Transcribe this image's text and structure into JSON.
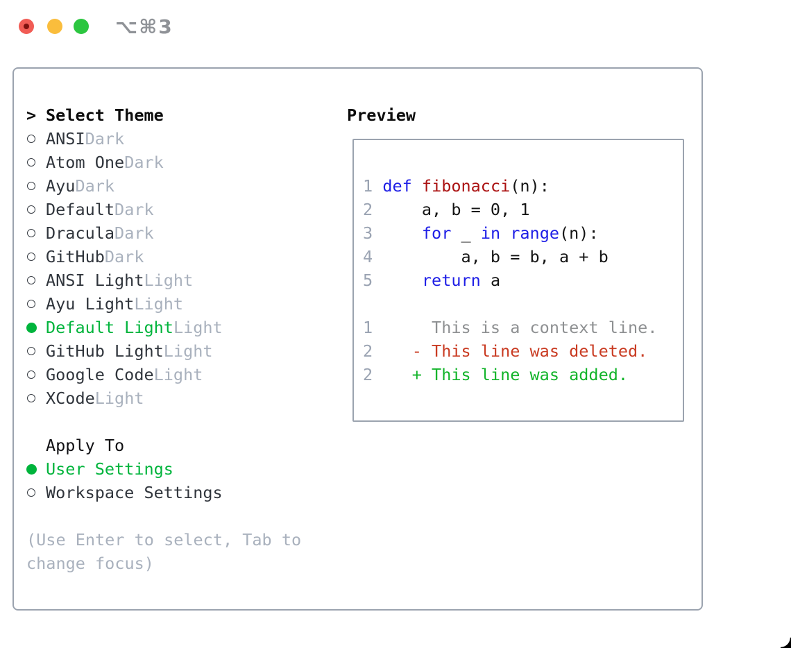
{
  "titlebar": {
    "shortcut": "⌥⌘3"
  },
  "sidebar": {
    "header": {
      "marker": ">",
      "label": "Select Theme"
    },
    "themes": [
      {
        "name": "ANSI",
        "variant": "Dark",
        "selected": false
      },
      {
        "name": "Atom One",
        "variant": "Dark",
        "selected": false
      },
      {
        "name": "Ayu",
        "variant": "Dark",
        "selected": false
      },
      {
        "name": "Default",
        "variant": "Dark",
        "selected": false
      },
      {
        "name": "Dracula",
        "variant": "Dark",
        "selected": false
      },
      {
        "name": "GitHub",
        "variant": "Dark",
        "selected": false
      },
      {
        "name": "ANSI Light",
        "variant": "Light",
        "selected": false
      },
      {
        "name": "Ayu Light",
        "variant": "Light",
        "selected": false
      },
      {
        "name": "Default Light",
        "variant": "Light",
        "selected": true
      },
      {
        "name": "GitHub Light",
        "variant": "Light",
        "selected": false
      },
      {
        "name": "Google Code",
        "variant": "Light",
        "selected": false
      },
      {
        "name": "XCode",
        "variant": "Light",
        "selected": false
      }
    ],
    "apply_to": {
      "label": "Apply To",
      "options": [
        {
          "name": "User Settings",
          "selected": true
        },
        {
          "name": "Workspace Settings",
          "selected": false
        }
      ]
    },
    "hint": [
      "(Use Enter to select, Tab to",
      "change focus)"
    ]
  },
  "preview": {
    "title": "Preview",
    "code_lines": [
      {
        "num": "1",
        "segments": [
          {
            "t": " ",
            "c": "plain"
          },
          {
            "t": "def",
            "c": "kw"
          },
          {
            "t": " ",
            "c": "plain"
          },
          {
            "t": "fibonacci",
            "c": "fn"
          },
          {
            "t": "(n):",
            "c": "plain"
          }
        ]
      },
      {
        "num": "2",
        "segments": [
          {
            "t": "     a, b = 0, 1",
            "c": "plain"
          }
        ]
      },
      {
        "num": "3",
        "segments": [
          {
            "t": "     ",
            "c": "plain"
          },
          {
            "t": "for",
            "c": "kw"
          },
          {
            "t": " _ ",
            "c": "plain"
          },
          {
            "t": "in",
            "c": "kw"
          },
          {
            "t": " ",
            "c": "plain"
          },
          {
            "t": "range",
            "c": "kw"
          },
          {
            "t": "(n):",
            "c": "plain"
          }
        ]
      },
      {
        "num": "4",
        "segments": [
          {
            "t": "         a, b = b, a + b",
            "c": "plain"
          }
        ]
      },
      {
        "num": "5",
        "segments": [
          {
            "t": "     ",
            "c": "plain"
          },
          {
            "t": "return",
            "c": "kw"
          },
          {
            "t": " a",
            "c": "plain"
          }
        ]
      },
      {
        "num": "",
        "segments": []
      },
      {
        "num": "1",
        "segments": [
          {
            "t": "      This is a context line.",
            "c": "ctx"
          }
        ]
      },
      {
        "num": "2",
        "segments": [
          {
            "t": "    - This line was deleted.",
            "c": "del"
          }
        ]
      },
      {
        "num": "2",
        "segments": [
          {
            "t": "    + This line was added.",
            "c": "add"
          }
        ]
      }
    ]
  },
  "colors": {
    "accent": "#00b43c",
    "kw": "#1e1ee6",
    "fn": "#ab1212",
    "plain": "#141414",
    "ctx": "#8e9092",
    "del": "#c93b22",
    "add": "#12b42a",
    "lineno": "#9aa3b2",
    "muted": "#a9b1bd",
    "name": "#30353c",
    "border": "#9ba3af",
    "light_red": "#f15c55",
    "light_red_dot": "#7e110e",
    "light_yellow": "#fabd3c",
    "light_green": "#2cc640",
    "title_gray": "#8f9297"
  }
}
